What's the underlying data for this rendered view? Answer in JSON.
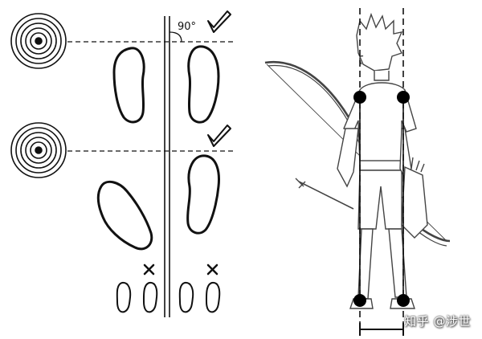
{
  "diagram": {
    "angle_label": "90°",
    "rows": [
      {
        "name": "parallel",
        "verdict": "correct",
        "mark": "check-icon"
      },
      {
        "name": "front-foot-open",
        "verdict": "correct",
        "mark": "check-icon"
      },
      {
        "name": "feet-together",
        "verdict": "wrong",
        "mark": "cross-icon"
      }
    ]
  },
  "watermark": {
    "text": "知乎 @涉世"
  },
  "colors": {
    "ink": "#111111",
    "figure": "#444444",
    "joint": "#000000"
  }
}
